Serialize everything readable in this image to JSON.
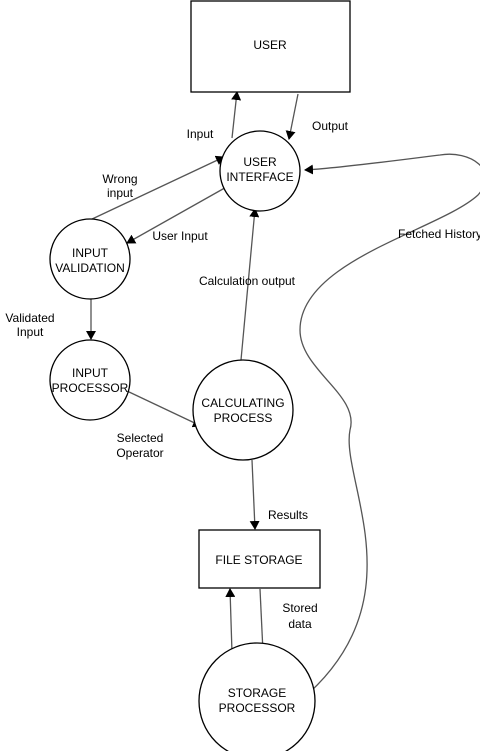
{
  "diagram": {
    "nodes": {
      "user": "USER",
      "user_interface": [
        "USER",
        "INTERFACE"
      ],
      "input_validation": [
        "INPUT",
        "VALIDATION"
      ],
      "input_processor": [
        "INPUT",
        "PROCESSOR"
      ],
      "calculating_process": [
        "CALCULATING",
        "PROCESS"
      ],
      "file_storage": "FILE STORAGE",
      "storage_processor": [
        "STORAGE",
        "PROCESSOR"
      ]
    },
    "edges": {
      "input": "Input",
      "output": "Output",
      "wrong_input": [
        "Wrong",
        "input"
      ],
      "user_input": "User Input",
      "validated_input": [
        "Validated",
        "Input"
      ],
      "calculation_output": "Calculation output",
      "selected_operator": [
        "Selected",
        "Operator"
      ],
      "results": "Results",
      "stored_data": [
        "Stored",
        "data"
      ],
      "fetched_history": "Fetched History"
    },
    "colors": {
      "stroke": "#000000",
      "arrow_line": "#555555",
      "background": "#ffffff"
    }
  }
}
